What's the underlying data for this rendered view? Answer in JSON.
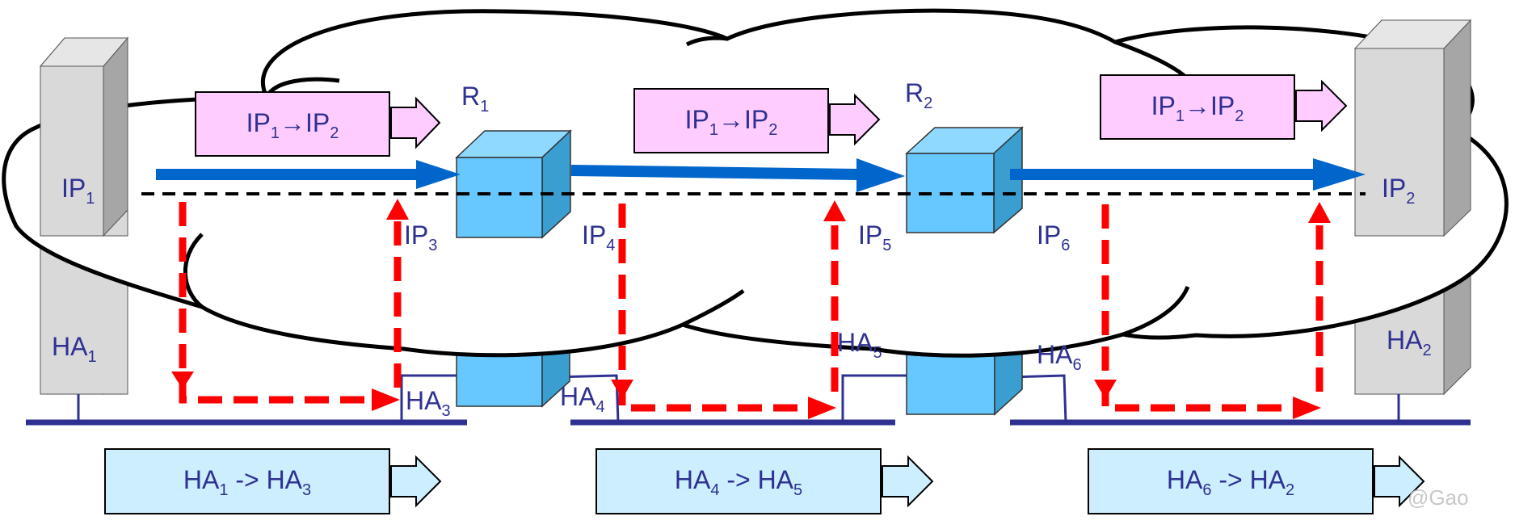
{
  "colors": {
    "host_front": "#d9d9d9",
    "host_side": "#a6a6a6",
    "host_top": "#e6e6e6",
    "router_front": "#66c8ff",
    "router_side": "#3a9fd0",
    "router_top": "#8fd9ff",
    "ip_box_fill": "#ffccff",
    "ha_box_fill": "#cceeff",
    "blue_arrow": "#0066cc",
    "red_dash": "#ff0000",
    "network_line": "#2e3192",
    "label_text": "#2e3192"
  },
  "hosts": {
    "left": {
      "ip": {
        "base": "IP",
        "sub": "1"
      },
      "ha": {
        "base": "HA",
        "sub": "1"
      }
    },
    "right": {
      "ip": {
        "base": "IP",
        "sub": "2"
      },
      "ha": {
        "base": "HA",
        "sub": "2"
      }
    }
  },
  "routers": [
    {
      "name": {
        "base": "R",
        "sub": "1"
      },
      "left_ip": {
        "base": "IP",
        "sub": "3"
      },
      "right_ip": {
        "base": "IP",
        "sub": "4"
      },
      "left_ha": {
        "base": "HA",
        "sub": "3"
      },
      "right_ha": {
        "base": "HA",
        "sub": "4"
      }
    },
    {
      "name": {
        "base": "R",
        "sub": "2"
      },
      "left_ip": {
        "base": "IP",
        "sub": "5"
      },
      "right_ip": {
        "base": "IP",
        "sub": "6"
      },
      "left_ha": {
        "base": "HA",
        "sub": "5"
      },
      "right_ha": {
        "base": "HA",
        "sub": "6"
      }
    }
  ],
  "ip_packet_boxes": [
    {
      "src": {
        "base": "IP",
        "sub": "1"
      },
      "arrow": "→",
      "dst": {
        "base": "IP",
        "sub": "2"
      }
    },
    {
      "src": {
        "base": "IP",
        "sub": "1"
      },
      "arrow": "→",
      "dst": {
        "base": "IP",
        "sub": "2"
      }
    },
    {
      "src": {
        "base": "IP",
        "sub": "1"
      },
      "arrow": "→",
      "dst": {
        "base": "IP",
        "sub": "2"
      }
    }
  ],
  "ha_frame_boxes": [
    {
      "src": {
        "base": "HA",
        "sub": "1"
      },
      "arrow": "->",
      "dst": {
        "base": "HA",
        "sub": "3"
      }
    },
    {
      "src": {
        "base": "HA",
        "sub": "4"
      },
      "arrow": "->",
      "dst": {
        "base": "HA",
        "sub": "5"
      }
    },
    {
      "src": {
        "base": "HA",
        "sub": "6"
      },
      "arrow": "->",
      "dst": {
        "base": "HA",
        "sub": "2"
      }
    }
  ],
  "watermark": "@Gao"
}
